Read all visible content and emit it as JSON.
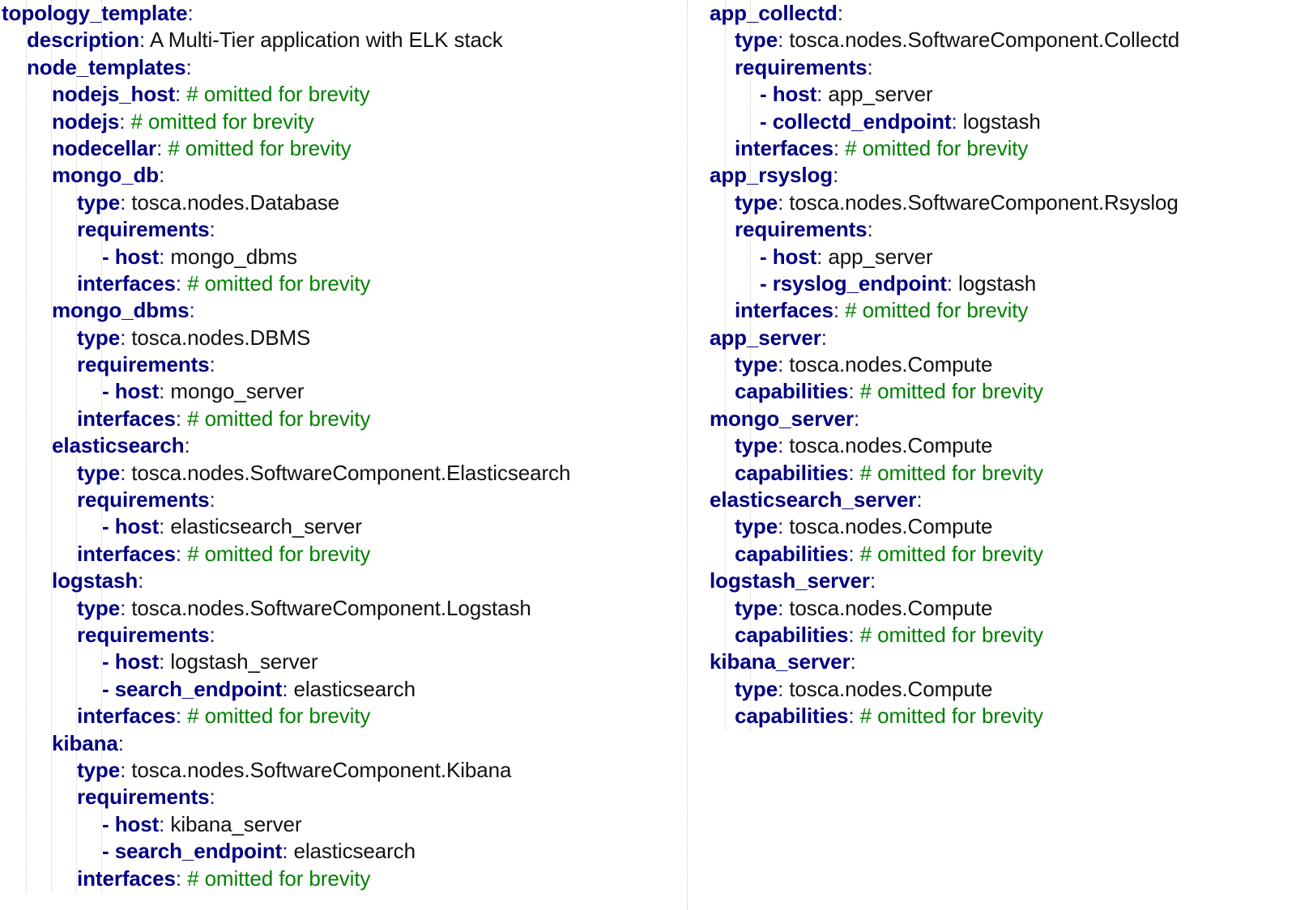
{
  "document": {
    "kind": "yaml-code-listing",
    "language": "YAML",
    "subject": "TOSCA topology_template",
    "colors": {
      "key": "#000080",
      "value": "#111111",
      "comment": "#008000",
      "background": "#ffffff",
      "guide_line": "#cfcfcf"
    },
    "comment_text": "# omitted for brevity",
    "colon": ":",
    "dash": "- "
  },
  "left_column": {
    "lines": [
      {
        "indent": 0,
        "key": "topology_template",
        "value": ""
      },
      {
        "indent": 1,
        "key": "description",
        "value": "A Multi-Tier application with ELK stack"
      },
      {
        "indent": 1,
        "key": "node_templates",
        "value": ""
      },
      {
        "indent": 2,
        "key": "nodejs_host",
        "comment": "# omitted for brevity"
      },
      {
        "indent": 2,
        "key": "nodejs",
        "comment": "# omitted for brevity"
      },
      {
        "indent": 2,
        "key": "nodecellar",
        "comment": "# omitted for brevity"
      },
      {
        "indent": 2,
        "key": "mongo_db",
        "value": ""
      },
      {
        "indent": 3,
        "key": "type",
        "value": "tosca.nodes.Database"
      },
      {
        "indent": 3,
        "key": "requirements",
        "value": ""
      },
      {
        "indent": 4,
        "dash": true,
        "key": "host",
        "value": "mongo_dbms"
      },
      {
        "indent": 3,
        "key": "interfaces",
        "comment": "# omitted for brevity"
      },
      {
        "indent": 2,
        "key": "mongo_dbms",
        "value": ""
      },
      {
        "indent": 3,
        "key": "type",
        "value": "tosca.nodes.DBMS"
      },
      {
        "indent": 3,
        "key": "requirements",
        "value": ""
      },
      {
        "indent": 4,
        "dash": true,
        "key": "host",
        "value": "mongo_server"
      },
      {
        "indent": 3,
        "key": "interfaces",
        "comment": "# omitted for brevity"
      },
      {
        "indent": 2,
        "key": "elasticsearch",
        "value": ""
      },
      {
        "indent": 3,
        "key": "type",
        "value": "tosca.nodes.SoftwareComponent.Elasticsearch"
      },
      {
        "indent": 3,
        "key": "requirements",
        "value": ""
      },
      {
        "indent": 4,
        "dash": true,
        "key": "host",
        "value": "elasticsearch_server"
      },
      {
        "indent": 3,
        "key": "interfaces",
        "comment": "# omitted for brevity"
      },
      {
        "indent": 2,
        "key": "logstash",
        "value": ""
      },
      {
        "indent": 3,
        "key": "type",
        "value": "tosca.nodes.SoftwareComponent.Logstash"
      },
      {
        "indent": 3,
        "key": "requirements",
        "value": ""
      },
      {
        "indent": 4,
        "dash": true,
        "key": "host",
        "value": "logstash_server"
      },
      {
        "indent": 4,
        "dash": true,
        "key": "search_endpoint",
        "value": "elasticsearch"
      },
      {
        "indent": 3,
        "key": "interfaces",
        "comment": "# omitted for brevity"
      },
      {
        "indent": 2,
        "key": "kibana",
        "value": ""
      },
      {
        "indent": 3,
        "key": "type",
        "value": "tosca.nodes.SoftwareComponent.Kibana"
      },
      {
        "indent": 3,
        "key": "requirements",
        "value": ""
      },
      {
        "indent": 4,
        "dash": true,
        "key": "host",
        "value": "kibana_server"
      },
      {
        "indent": 4,
        "dash": true,
        "key": "search_endpoint",
        "value": "elasticsearch"
      },
      {
        "indent": 3,
        "key": "interfaces",
        "comment": "# omitted for brevity"
      }
    ]
  },
  "right_column": {
    "lines": [
      {
        "indent": 0,
        "key": "app_collectd",
        "value": ""
      },
      {
        "indent": 1,
        "key": "type",
        "value": "tosca.nodes.SoftwareComponent.Collectd"
      },
      {
        "indent": 1,
        "key": "requirements",
        "value": ""
      },
      {
        "indent": 2,
        "dash": true,
        "key": "host",
        "value": "app_server"
      },
      {
        "indent": 2,
        "dash": true,
        "key": "collectd_endpoint",
        "value": "logstash"
      },
      {
        "indent": 1,
        "key": "interfaces",
        "comment": "# omitted for brevity"
      },
      {
        "indent": 0,
        "key": "app_rsyslog",
        "value": ""
      },
      {
        "indent": 1,
        "key": "type",
        "value": "tosca.nodes.SoftwareComponent.Rsyslog"
      },
      {
        "indent": 1,
        "key": "requirements",
        "value": ""
      },
      {
        "indent": 2,
        "dash": true,
        "key": "host",
        "value": "app_server"
      },
      {
        "indent": 2,
        "dash": true,
        "key": "rsyslog_endpoint",
        "value": "logstash"
      },
      {
        "indent": 1,
        "key": "interfaces",
        "comment": "# omitted for brevity"
      },
      {
        "indent": 0,
        "key": "app_server",
        "value": ""
      },
      {
        "indent": 1,
        "key": "type",
        "value": "tosca.nodes.Compute"
      },
      {
        "indent": 1,
        "key": "capabilities",
        "comment": "# omitted for brevity"
      },
      {
        "indent": 0,
        "key": "mongo_server",
        "value": ""
      },
      {
        "indent": 1,
        "key": "type",
        "value": "tosca.nodes.Compute"
      },
      {
        "indent": 1,
        "key": "capabilities",
        "comment": "# omitted for brevity"
      },
      {
        "indent": 0,
        "key": "elasticsearch_server",
        "value": ""
      },
      {
        "indent": 1,
        "key": "type",
        "value": "tosca.nodes.Compute"
      },
      {
        "indent": 1,
        "key": "capabilities",
        "comment": "# omitted for brevity"
      },
      {
        "indent": 0,
        "key": "logstash_server",
        "value": ""
      },
      {
        "indent": 1,
        "key": "type",
        "value": "tosca.nodes.Compute"
      },
      {
        "indent": 1,
        "key": "capabilities",
        "comment": "# omitted for brevity"
      },
      {
        "indent": 0,
        "key": "kibana_server",
        "value": ""
      },
      {
        "indent": 1,
        "key": "type",
        "value": "tosca.nodes.Compute"
      },
      {
        "indent": 1,
        "key": "capabilities",
        "comment": "# omitted for brevity"
      }
    ]
  }
}
